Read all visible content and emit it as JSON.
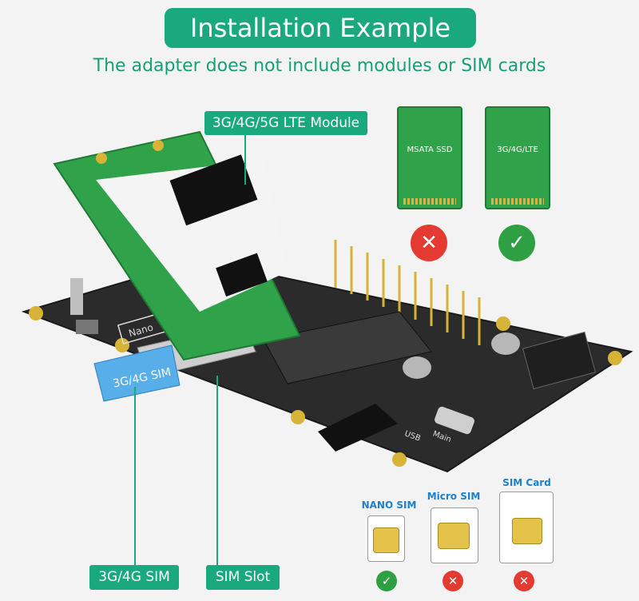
{
  "header": {
    "title": "Installation Example",
    "subtitle": "The adapter does not include modules or SIM cards"
  },
  "callouts": {
    "lte_module": "3G/4G/5G LTE Module",
    "sim": "3G/4G SIM",
    "sim_slot": "SIM Slot"
  },
  "module_options": [
    {
      "label": "MSATA SSD",
      "status": "✕"
    },
    {
      "label": "3G/4G/LTE",
      "status": "✓"
    }
  ],
  "board": {
    "nano_label": "Nano",
    "sim_card_label": "3G/4G SIM",
    "usb_label": "USB",
    "main_label": "Main"
  },
  "sim_sizes": [
    {
      "label": "NANO SIM",
      "status": "✓"
    },
    {
      "label": "Micro SIM",
      "status": "✕"
    },
    {
      "label": "SIM Card",
      "status": "✕"
    }
  ],
  "colors": {
    "accent": "#1aa97e",
    "ok": "#2ea043",
    "bad": "#e53a32",
    "board": "#2b2b2b",
    "module": "#2fa24a"
  }
}
